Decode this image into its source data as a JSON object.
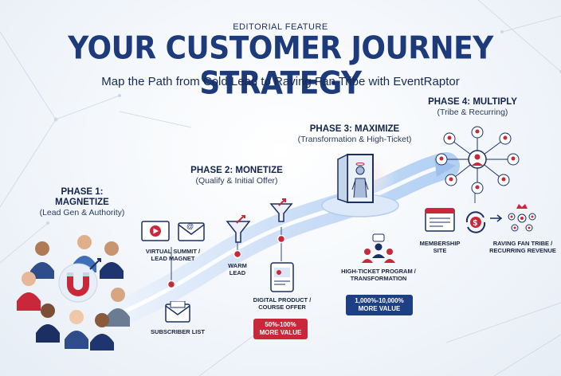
{
  "header": {
    "kicker": "EDITORIAL FEATURE",
    "title": "YOUR CUSTOMER JOURNEY STRATEGY",
    "subtitle": "Map the Path from Cold Lead to Raving Fan Tribe with EventRaptor"
  },
  "phases": [
    {
      "title_line1": "PHASE 1:",
      "title_line2": "MAGNETIZE",
      "subtitle": "(Lead Gen & Authority)"
    },
    {
      "title": "PHASE 2: MONETIZE",
      "subtitle": "(Qualify & Initial Offer)"
    },
    {
      "title": "PHASE 3: MAXIMIZE",
      "subtitle": "(Transformation & High-Ticket)"
    },
    {
      "title": "PHASE 4: MULTIPLY",
      "subtitle": "(Tribe & Recurring)"
    }
  ],
  "steps": {
    "virtual_summit": [
      "VIRTUAL SUMMIT /",
      "LEAD MAGNET"
    ],
    "subscriber_list": "SUBSCRIBER LIST",
    "warm_lead": [
      "WARM",
      "LEAD"
    ],
    "digital_product": [
      "DIGITAL PRODUCT /",
      "COURSE OFFER"
    ],
    "high_ticket": [
      "HIGH-TICKET PROGRAM /",
      "TRANSFORMATION"
    ],
    "membership": [
      "MEMBERSHIP",
      "SITE"
    ],
    "raving_fan": [
      "RAVING FAN TRIBE /",
      "RECURRING REVENUE"
    ]
  },
  "badges": {
    "monetize": {
      "line1": "50%-100%",
      "line2": "MORE VALUE",
      "color": "#c8283a"
    },
    "maximize": {
      "line1": "1,000%-10,000%",
      "line2": "MORE VALUE",
      "color": "#1c3f86"
    }
  },
  "icons": [
    "magnet-icon",
    "video-play-icon",
    "email-icon",
    "envelope-list-icon",
    "funnel-icon",
    "growth-arrow-icon",
    "tablet-course-icon",
    "portal-door-icon",
    "group-chat-icon",
    "network-tribe-icon",
    "browser-membership-icon",
    "recurring-dollar-icon",
    "crown-icon"
  ],
  "colors": {
    "navy": "#1d3a7a",
    "red": "#c8283a",
    "path": "#a9c7ee",
    "ink": "#13234a"
  }
}
